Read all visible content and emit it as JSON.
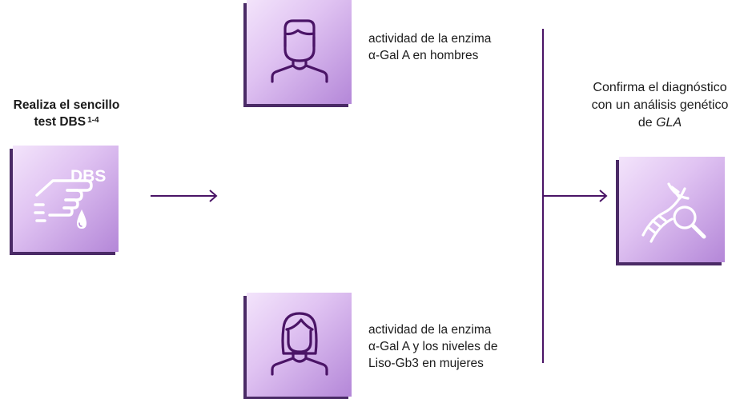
{
  "left_step": {
    "title_line1": "Realiza el sencillo",
    "title_line2": "test DBS",
    "title_ref": "1-4",
    "icon_text": "DBS"
  },
  "men_step": {
    "line1": "actividad de la enzima",
    "line2": "α-Gal A en hombres"
  },
  "women_step": {
    "line1": "actividad de la enzima",
    "line2": "α-Gal A y los niveles de",
    "line3": "Liso-Gb3 en mujeres"
  },
  "confirm_step": {
    "line1": "Confirma el diagnóstico",
    "line2": "con un análisis genético",
    "line3_prefix": "de ",
    "line3_gene": "GLA"
  },
  "colors": {
    "accent": "#4a1466",
    "tile_light": "#f3e4fb",
    "tile_dark": "#b487d8",
    "icon_stroke": "#4a1466"
  }
}
